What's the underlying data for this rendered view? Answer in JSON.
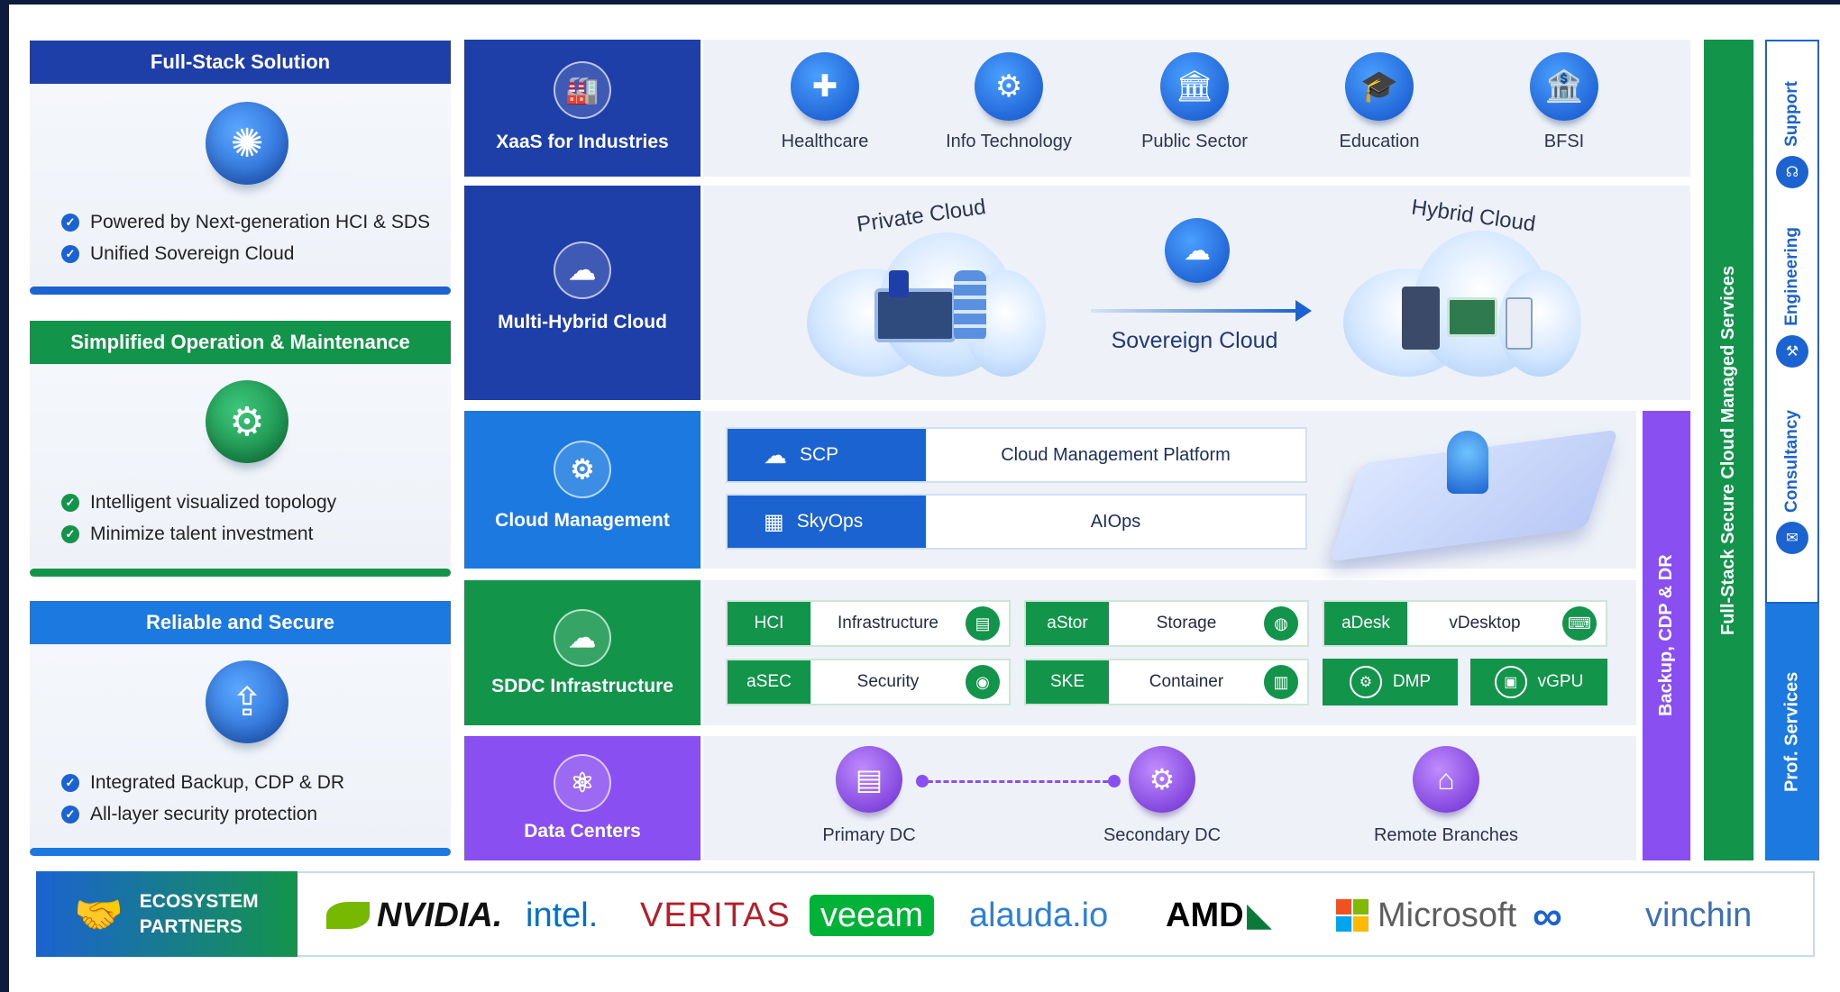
{
  "left": {
    "sections": [
      {
        "title": "Full-Stack Solution",
        "bullets": [
          "Powered by Next-generation HCI & SDS",
          "Unified Sovereign Cloud"
        ]
      },
      {
        "title": "Simplified Operation & Maintenance",
        "bullets": [
          "Intelligent visualized topology",
          "Minimize talent investment"
        ]
      },
      {
        "title": "Reliable and Secure",
        "bullets": [
          "Integrated Backup, CDP & DR",
          "All-layer security protection"
        ]
      }
    ]
  },
  "rows": {
    "xaas": {
      "label": "XaaS for Industries",
      "industries": [
        "Healthcare",
        "Info Technology",
        "Public Sector",
        "Education",
        "BFSI"
      ]
    },
    "hybrid": {
      "label": "Multi-Hybrid Cloud",
      "private": "Private Cloud",
      "sovereign": "Sovereign Cloud",
      "hybrid": "Hybrid Cloud"
    },
    "cloudmgmt": {
      "label": "Cloud Management",
      "items": [
        {
          "tag": "SCP",
          "value": "Cloud Management Platform"
        },
        {
          "tag": "SkyOps",
          "value": "AIOps"
        }
      ]
    },
    "sddc": {
      "label": "SDDC Infrastructure",
      "cells": [
        {
          "tag": "HCI",
          "value": "Infrastructure"
        },
        {
          "tag": "aStor",
          "value": "Storage"
        },
        {
          "tag": "aDesk",
          "value": "vDesktop"
        },
        {
          "tag": "aSEC",
          "value": "Security"
        },
        {
          "tag": "SKE",
          "value": "Container"
        }
      ],
      "dmp": "DMP",
      "vgpu": "vGPU"
    },
    "dc": {
      "label": "Data Centers",
      "items": [
        "Primary DC",
        "Secondary DC",
        "Remote Branches"
      ]
    }
  },
  "vertical": {
    "backup": "Backup, CDP & DR",
    "managed": "Full-Stack Secure Cloud Managed Services",
    "services": [
      "Support",
      "Engineering",
      "Consultancy"
    ],
    "prof": "Prof. Services"
  },
  "ecosystem": {
    "label_line1": "ECOSYSTEM",
    "label_line2": "PARTNERS",
    "partners": [
      "NVIDIA.",
      "intel.",
      "VERITAS",
      "veeam",
      "alauda.io",
      "AMD",
      "Microsoft",
      "vinchin"
    ]
  },
  "colors": {
    "navy": "#1e3ea8",
    "green": "#13944b",
    "blue": "#1b63d1",
    "purple": "#8a4ff0"
  }
}
